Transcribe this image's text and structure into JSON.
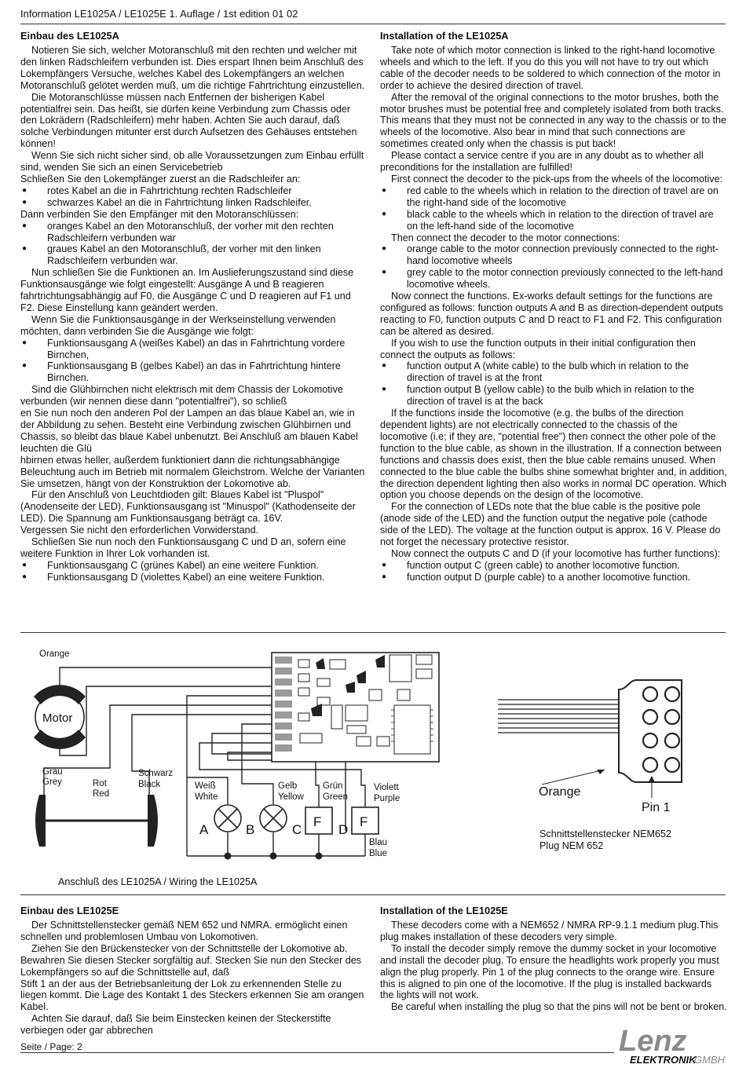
{
  "header": {
    "title": "Information LE1025A / LE1025E  1. Auflage / 1st edition 01 02"
  },
  "le1025a_de": {
    "heading": "Einbau des LE1025A",
    "p1": "Notieren Sie sich, welcher Motoranschluß mit den rechten und welcher mit den linken Radschleifern verbunden ist. Dies erspart Ihnen beim Anschluß des Lokempfängers Versuche, welches Kabel des Lokempfängers an welchen Motoranschluß gelötet werden muß, um die richtige Fahrtrichtung einzustellen.",
    "p2": "Die Motoranschlüsse müssen nach Entfernen der bisherigen Kabel potentialfrei sein. Das heißt, sie dürfen keine Verbindung zum Chassis oder den Lokrädern (Radschleifern) mehr haben. Achten Sie auch darauf, daß solche Verbindungen mitunter erst durch Aufsetzen des Gehäuses entstehen können!",
    "p3": "Wenn Sie sich nicht sicher sind, ob alle Voraussetzungen zum Einbau erfüllt sind, wenden Sie sich an einen Servicebetrieb",
    "p4": "Schließen Sie den Lokempfänger zuerst an die Radschleifer an:",
    "list1": [
      "rotes Kabel an die in Fahrtrichtung rechten Radschleifer",
      "schwarzes Kabel an die in Fahrtrichtung linken Radschleifer."
    ],
    "p5": "Dann verbinden Sie den Empfänger mit den Motoranschlüssen:",
    "list2": [
      "oranges Kabel an den Motoranschluß, der vorher mit den rechten Radschleifern verbunden war",
      "graues Kabel an den Motoranschluß, der vorher mit den linken Radschleifern verbunden war."
    ],
    "p6": "Nun schließen Sie die Funktionen an. Im Auslieferungszustand sind diese Funktionsausgänge wie folgt eingestellt: Ausgänge A und B reagieren fahrtrichtungsabhängig auf F0, die Ausgänge C und D reagieren auf F1 und F2. Diese Einstellung kann geändert werden.",
    "p7": "Wenn Sie die Funktionsausgänge in der Werkseinstellung verwenden möchten, dann verbinden Sie die Ausgänge wie folgt:",
    "list3": [
      "Funktionsausgang A (weißes Kabel) an das in Fahrtrichtung vordere Birnchen,",
      "Funktionsausgang B (gelbes Kabel) an das in Fahrtrichtung hintere Birnchen."
    ],
    "p8": "Sind die Glühbirnchen nicht elektrisch mit dem Chassis der Lokomotive verbunden (wir nennen diese dann \"potentialfrei\"), so schließ",
    "p8b": "en Sie nun noch den anderen Pol der Lampen an das blaue Kabel an, wie in der Abbildung zu sehen. Besteht eine Verbindung zwischen Glühbirnen und Chassis, so bleibt das blaue Kabel unbenutzt. Bei Anschluß am blauen Kabel leuchten die Glü",
    "p8c": "hbirnen etwas heller, außerdem funktioniert dann die richtungsabhängige Beleuchtung auch im Betrieb mit normalem Gleichstrom. Welche der Varianten Sie umsetzen, hängt von der Konstruktion der Lokomotive ab.",
    "p9": "Für den Anschluß von Leuchtdioden gilt: Blaues Kabel ist \"Pluspol\" (Anodenseite der LED), Funktionsausgang ist \"Minuspol\" (Kathodenseite der LED). Die Spannung am Funktionsausgang beträgt ca. 16V.",
    "p10": "Vergessen Sie nicht den erforderlichen Vorwiderstand.",
    "p11": "Schließen Sie nun noch den Funktionsausgang C und D an, sofern eine weitere Funktion in Ihrer Lok vorhanden ist.",
    "list4": [
      "Funktionsausgang C (grünes Kabel) an eine weitere Funktion.",
      "Funktionsausgang D (violettes Kabel) an eine weitere Funktion."
    ]
  },
  "le1025a_en": {
    "heading": "Installation of the LE1025A",
    "p1": "Take note of which motor connection is linked to the right-hand locomotive wheels and which to the left. If you do this you will not have to try out which cable of the decoder needs to be soldered to which connection of the motor in order to achieve  the desired direction of travel.",
    "p2": "After the removal of the original connections to the motor brushes, both the motor brushes must be potential free and completely isolated from both tracks. This means that they must not be connected in any way to the chassis or to the wheels of the locomotive. Also bear in mind that such connections are sometimes created only when the chassis is put back!",
    "p3": "Please contact a service centre if you are in any doubt as to whether all preconditions for the installation are fulfilled!",
    "p4": "First connect the decoder to the pick-ups from the wheels of the locomotive:",
    "list1": [
      "red cable to the wheels which in relation to the direction of travel are on the right-hand side of the locomotive",
      "black cable to the wheels which in relation to the direction of travel are on the left-hand side of the locomotive"
    ],
    "p5": "Then connect the decoder to the motor connections:",
    "list2": [
      "orange cable to the motor connection previously connected to the right-hand  locomotive wheels",
      "grey cable to the motor connection  previously connected to the left-hand  locomotive wheels."
    ],
    "p6": "Now connect the functions. Ex-works default settings for the functions are configured as follows: function outputs A and  B as direction-dependent outputs reacting to F0, function outputs C and D react to F1 and  F2. This configuration can be altered as desired.",
    "p7": "If you wish to use the function outputs in their initial configuration then connect the outputs as follows:",
    "list3": [
      "function output A (white cable) to the bulb which in relation to the direction of travel is at the front",
      "function output B (yellow cable) to the bulb which in relation to the direction of travel is at the back"
    ],
    "p8": "If the functions inside the locomotive (e.g. the bulbs of the direction dependent lights) are  not electrically connected to the chassis of the locomotive (i.e; if they are, \"potential free\") then connect the other pole of the function to the blue  cable, as shown in the illustration. If a connection between functions and chassis does exist, then the blue cable remains unused. When connected to the blue cable the bulbs shine somewhat brighter and, in addition, the  direction dependent lighting then also works in normal DC operation. Which option you choose depends on the  design of the locomotive.",
    "p9": "For the connection of LEDs note that the  blue cable is the positive pole (anode side of the LED) and the function output the negative pole (cathode side of the  LED). The voltage at the function output is approx. 16 V. Please do not forget the necessary protective resistor.",
    "p10": "Now connect the outputs C and D (if your locomotive has further functions):",
    "list4": [
      "function output C (green  cable) to another locomotive function.",
      "function output D (purple cable) to a another locomotive function."
    ]
  },
  "diagram": {
    "label_orange": "Orange",
    "label_motor": "Motor",
    "label_grau": "Grau",
    "label_grey": "Grey",
    "label_rot": "Rot",
    "label_red": "Red",
    "label_schwarz": "Schwarz",
    "label_black": "Black",
    "label_weiss": "Weiß",
    "label_white": "White",
    "label_gelb": "Gelb",
    "label_yellow": "Yellow",
    "label_gruen": "Grün",
    "label_green": "Green",
    "label_violett": "Violett",
    "label_purple": "Purple",
    "label_blau": "Blau",
    "label_blue": "Blue",
    "out_a": "A",
    "out_b": "B",
    "out_c": "C",
    "out_d": "D",
    "func_f": "F",
    "plug_orange": "Orange",
    "plug_pin1": "Pin 1",
    "plug_title_de": "Schnittstellenstecker NEM652",
    "plug_title_en": "Plug NEM 652"
  },
  "caption": "Anschluß des LE1025A / Wiring the LE1025A",
  "le1025e_de": {
    "heading": "Einbau des LE1025E",
    "p1": "Der  Schnittstellenstecker gemäß NEM 652 und NMRA. ermöglicht einen schnellen und problemlosen Umbau von Lokomotiven.",
    "p2": "Ziehen Sie den Brückenstecker von der Schnittstelle der Lokomotive ab. Bewahren Sie diesen Stecker sorgfältig auf. Stecken Sie nun den Stecker des Lokempfängers so auf die Schnittstelle auf, daß",
    "p3": " Stift 1 an der aus der Betriebsanleitung der Lok zu erkennenden Stelle zu liegen kommt. Die Lage des Kontakt 1 des Steckers erkennen Sie am orangen Kabel.",
    "p4": "Achten Sie darauf, daß Sie beim Einstecken keinen der Steckerstifte verbiegen oder gar abbrechen"
  },
  "le1025e_en": {
    "heading": "Installation of the LE1025E",
    "p1": "These decoders come with a NEM652 / NMRA RP-9.1.1 medium plug.This plug makes installation of these decoders very simple.",
    "p2": "To install the decoder simply remove the dummy socket in your locomotive and install the decoder plug. To ensure the headlights work properly you must align the plug properly. Pin 1 of the plug connects to the orange wire. Ensure this is aligned to pin one of the locomotive. If the plug is installed backwards the lights will not work.",
    "p3": "Be careful when installing the plug so that the pins will not be bent or broken."
  },
  "footer": {
    "page": "Seite / Page: 2"
  },
  "logo": {
    "name": "Lenz",
    "sub1": "ELEKTRONIK",
    "sub2": "GMBH"
  }
}
